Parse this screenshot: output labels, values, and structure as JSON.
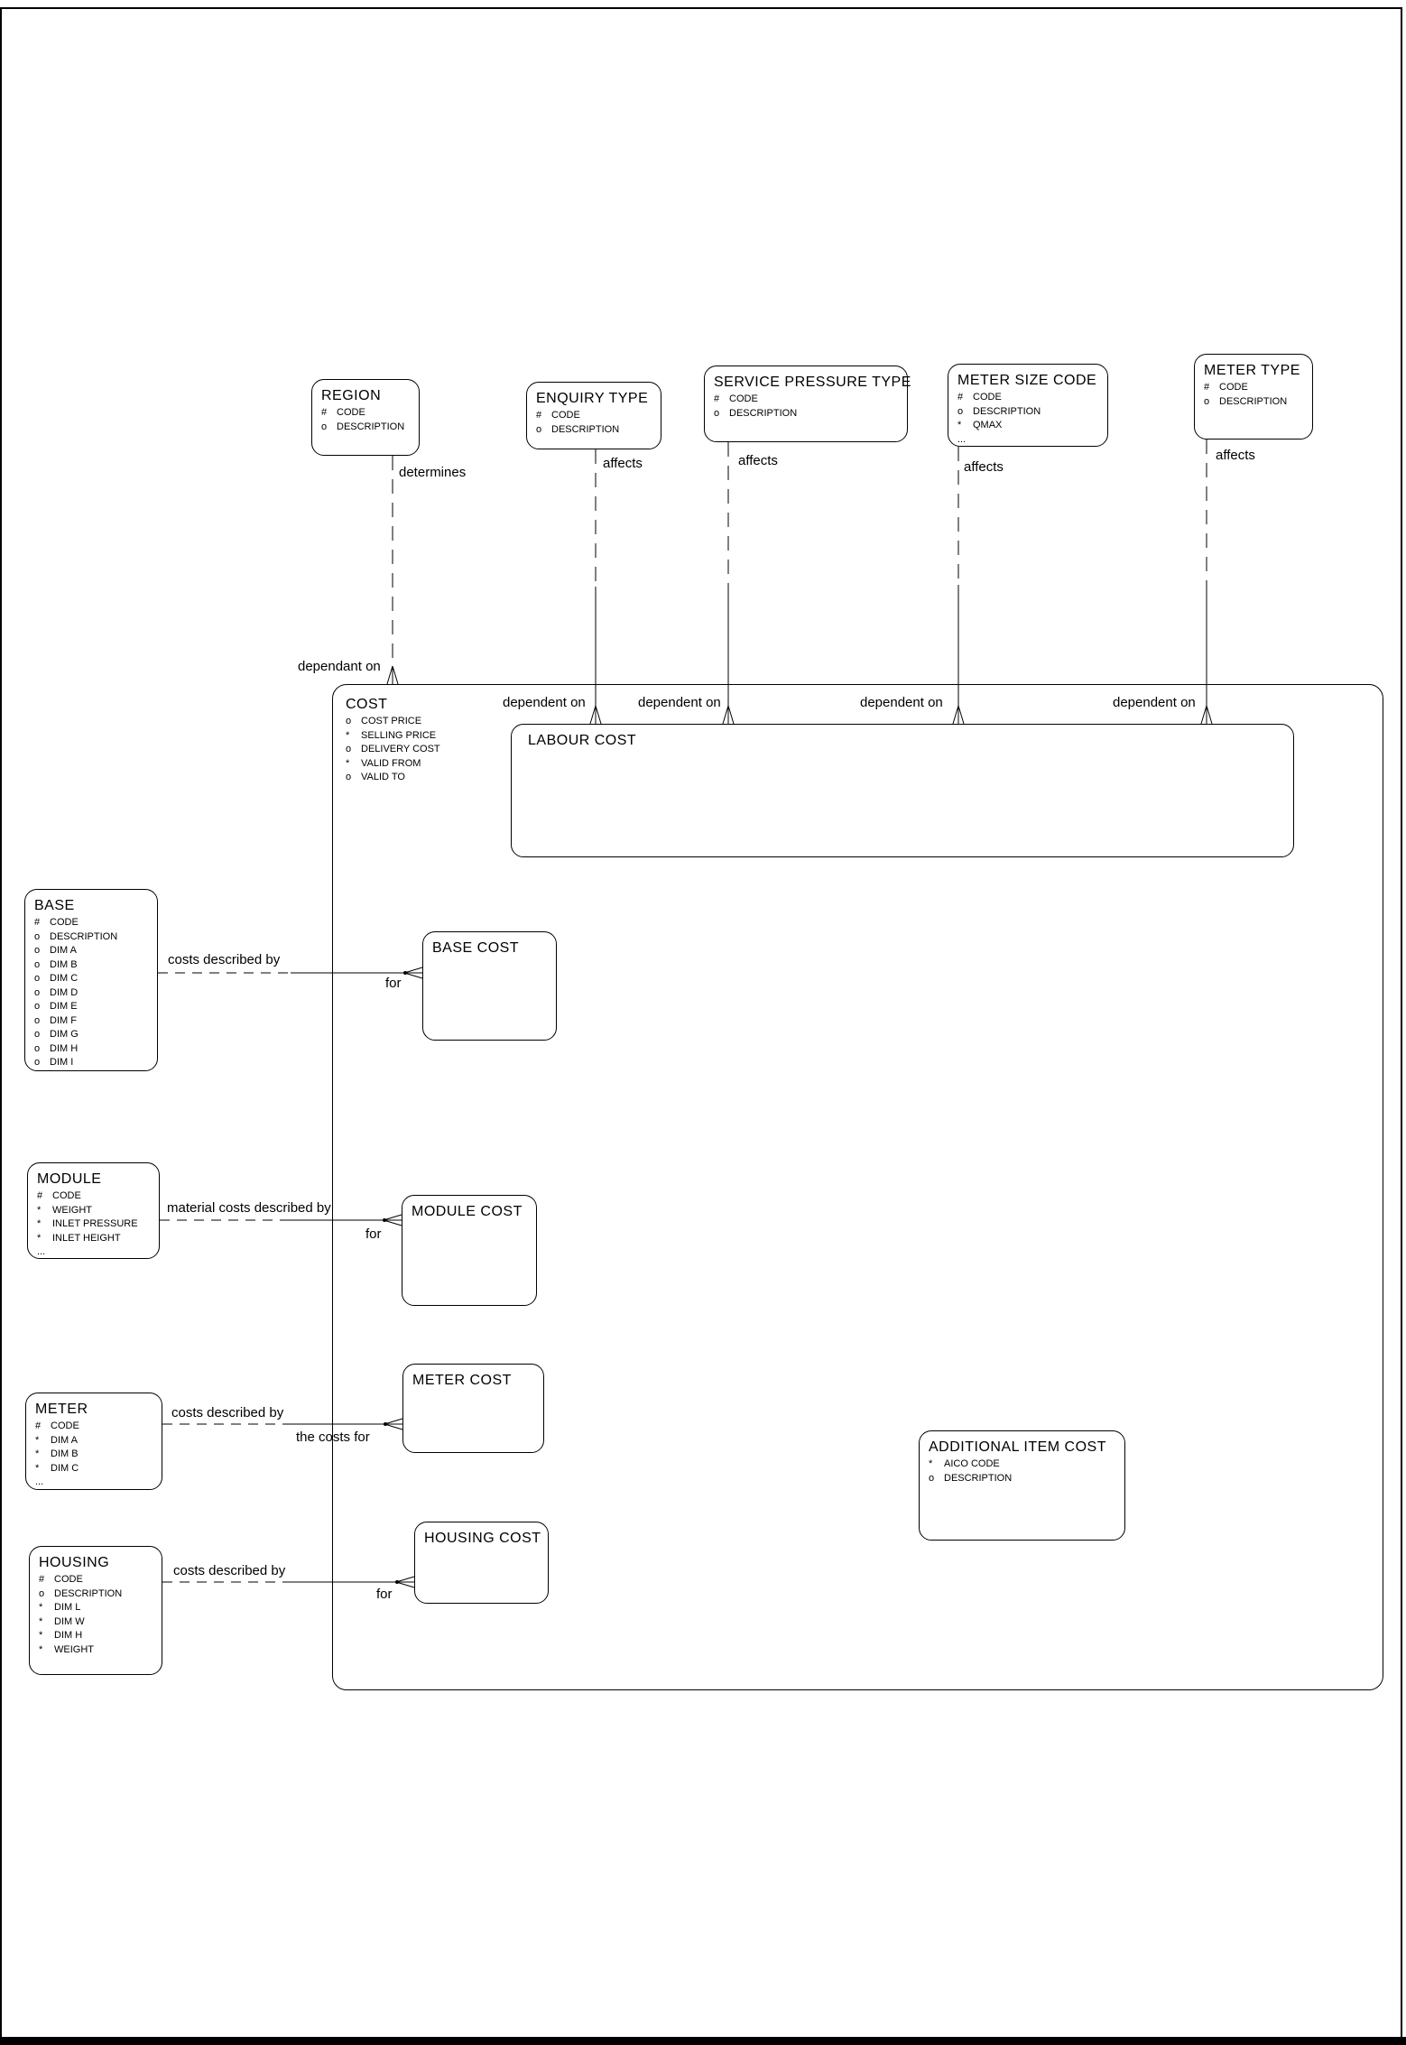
{
  "page": {
    "background_color": "#ffffff",
    "line_color": "#000000"
  },
  "entities": {
    "region": {
      "name": "REGION",
      "attrs": [
        "# CODE",
        "o DESCRIPTION"
      ]
    },
    "enquiry_type": {
      "name": "ENQUIRY TYPE",
      "attrs": [
        "# CODE",
        "o DESCRIPTION"
      ]
    },
    "service_pressure_type": {
      "name": "SERVICE PRESSURE TYPE",
      "attrs": [
        "# CODE",
        "o DESCRIPTION"
      ]
    },
    "meter_size_code": {
      "name": "METER SIZE CODE",
      "attrs": [
        "# CODE",
        "o DESCRIPTION",
        "* QMAX",
        "..."
      ]
    },
    "meter_type": {
      "name": "METER TYPE",
      "attrs": [
        "# CODE",
        "o DESCRIPTION"
      ]
    },
    "cost": {
      "name": "COST",
      "attrs": [
        "o COST PRICE",
        "* SELLING PRICE",
        "o DELIVERY COST",
        "* VALID FROM",
        "o VALID TO"
      ]
    },
    "labour_cost": {
      "name": "LABOUR COST",
      "attrs": []
    },
    "base": {
      "name": "BASE",
      "attrs": [
        "# CODE",
        "o DESCRIPTION",
        "o DIM A",
        "o DIM B",
        "o DIM C",
        "o DIM D",
        "o DIM E",
        "o DIM F",
        "o DIM G",
        "o DIM H",
        "o DIM I"
      ]
    },
    "base_cost": {
      "name": "BASE COST",
      "attrs": []
    },
    "module": {
      "name": "MODULE",
      "attrs": [
        "# CODE",
        "* WEIGHT",
        "* INLET PRESSURE",
        "* INLET HEIGHT",
        "..."
      ]
    },
    "module_cost": {
      "name": "MODULE COST",
      "attrs": []
    },
    "meter": {
      "name": "METER",
      "attrs": [
        "# CODE",
        "* DIM A",
        "* DIM B",
        "* DIM C",
        "..."
      ]
    },
    "meter_cost": {
      "name": "METER COST",
      "attrs": []
    },
    "housing": {
      "name": "HOUSING",
      "attrs": [
        "# CODE",
        "o DESCRIPTION",
        "* DIM L",
        "* DIM W",
        "* DIM H",
        "* WEIGHT"
      ]
    },
    "housing_cost": {
      "name": "HOUSING COST",
      "attrs": []
    },
    "additional_item_cost": {
      "name": "ADDITIONAL ITEM COST",
      "attrs": [
        "* AICO CODE",
        "o DESCRIPTION"
      ]
    }
  },
  "labels": {
    "determines": "determines",
    "dependant_on": "dependant on",
    "affects_enquiry": "affects",
    "affects_service_pressure": "affects",
    "affects_meter_size": "affects",
    "affects_meter_type": "affects",
    "dependent_on_enquiry": "dependent on",
    "dependent_on_service_pressure": "dependent on",
    "dependent_on_meter_size": "dependent on",
    "dependent_on_meter_type": "dependent on",
    "base_costs_described_by": "costs described by",
    "base_for": "for",
    "module_costs_described_by": "material costs described by",
    "module_for": "for",
    "meter_costs_described_by": "costs described by",
    "meter_the_costs_for": "the costs for",
    "housing_costs_described_by": "costs described by",
    "housing_for": "for"
  }
}
